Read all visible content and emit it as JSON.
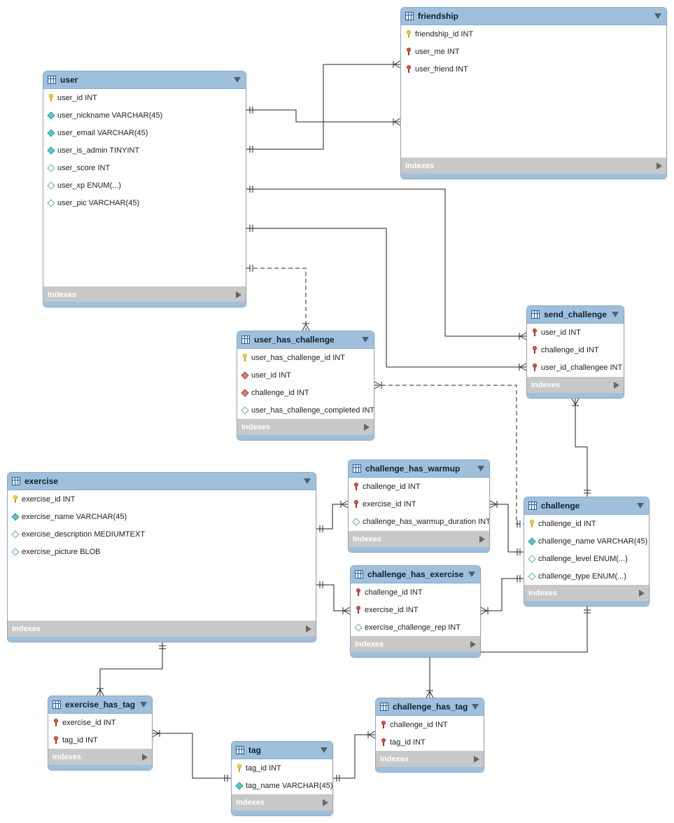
{
  "tables": [
    {
      "key": "user",
      "name": "user",
      "menu": "user-menu",
      "columns": [
        {
          "text": "user_id INT",
          "icon": "pk"
        },
        {
          "text": "user_nickname VARCHAR(45)",
          "icon": "nn"
        },
        {
          "text": "user_email VARCHAR(45)",
          "icon": "nn"
        },
        {
          "text": "user_is_admin TINYINT",
          "icon": "nn"
        },
        {
          "text": "user_score INT",
          "icon": "nul"
        },
        {
          "text": "user_xp ENUM(...)",
          "icon": "nul"
        },
        {
          "text": "user_pic VARCHAR(45)",
          "icon": "nul"
        }
      ],
      "indexes_label": "Indexes"
    },
    {
      "key": "friendship",
      "name": "friendship",
      "columns": [
        {
          "text": "friendship_id INT",
          "icon": "pk"
        },
        {
          "text": "user_me INT",
          "icon": "fk"
        },
        {
          "text": "user_friend INT",
          "icon": "fk"
        }
      ],
      "indexes_label": "Indexes"
    },
    {
      "key": "send_challenge",
      "name": "send_challenge",
      "columns": [
        {
          "text": "user_id INT",
          "icon": "fk"
        },
        {
          "text": "challenge_id INT",
          "icon": "fk"
        },
        {
          "text": "user_id_challengee INT",
          "icon": "fk"
        }
      ],
      "indexes_label": "Indexes"
    },
    {
      "key": "user_has_challenge",
      "name": "user_has_challenge",
      "columns": [
        {
          "text": "user_has_challenge_id INT",
          "icon": "pk"
        },
        {
          "text": "user_id INT",
          "icon": "fkd"
        },
        {
          "text": "challenge_id INT",
          "icon": "fkd"
        },
        {
          "text": "user_has_challenge_completed INT",
          "icon": "nul"
        }
      ],
      "indexes_label": "Indexes"
    },
    {
      "key": "exercise",
      "name": "exercise",
      "columns": [
        {
          "text": "exercise_id INT",
          "icon": "pk"
        },
        {
          "text": "exercise_name VARCHAR(45)",
          "icon": "nn"
        },
        {
          "text": "exercise_description MEDIUMTEXT",
          "icon": "nul"
        },
        {
          "text": "exercise_picture BLOB",
          "icon": "nul"
        }
      ],
      "indexes_label": "Indexes"
    },
    {
      "key": "challenge_has_warmup",
      "name": "challenge_has_warmup",
      "columns": [
        {
          "text": "challenge_id INT",
          "icon": "fk"
        },
        {
          "text": "exercise_id INT",
          "icon": "fk"
        },
        {
          "text": "challenge_has_warmup_duration INT",
          "icon": "nul"
        }
      ],
      "indexes_label": "Indexes"
    },
    {
      "key": "challenge",
      "name": "challenge",
      "columns": [
        {
          "text": "challenge_id INT",
          "icon": "pk"
        },
        {
          "text": "challenge_name VARCHAR(45)",
          "icon": "nn"
        },
        {
          "text": "challenge_level ENUM(...)",
          "icon": "nul"
        },
        {
          "text": "challenge_type ENUM(...)",
          "icon": "nul"
        }
      ],
      "indexes_label": "Indexes"
    },
    {
      "key": "challenge_has_exercise",
      "name": "challenge_has_exercise",
      "columns": [
        {
          "text": "challenge_id INT",
          "icon": "fk"
        },
        {
          "text": "exercise_id INT",
          "icon": "fk"
        },
        {
          "text": "exercise_challenge_rep INT",
          "icon": "nul"
        }
      ],
      "indexes_label": "Indexes"
    },
    {
      "key": "exercise_has_tag",
      "name": "exercise_has_tag",
      "columns": [
        {
          "text": "exercise_id INT",
          "icon": "fk"
        },
        {
          "text": "tag_id INT",
          "icon": "fk"
        }
      ],
      "indexes_label": "Indexes"
    },
    {
      "key": "tag",
      "name": "tag",
      "columns": [
        {
          "text": "tag_id INT",
          "icon": "pk"
        },
        {
          "text": "tag_name VARCHAR(45)",
          "icon": "nn"
        }
      ],
      "indexes_label": "Indexes"
    },
    {
      "key": "challenge_has_tag",
      "name": "challenge_has_tag",
      "columns": [
        {
          "text": "challenge_id INT",
          "icon": "fk"
        },
        {
          "text": "tag_id INT",
          "icon": "fk"
        }
      ],
      "indexes_label": "Indexes"
    }
  ],
  "relationships": [
    {
      "from": "user",
      "to": "friendship",
      "via": "user_me",
      "identifying": true
    },
    {
      "from": "user",
      "to": "friendship",
      "via": "user_friend",
      "identifying": true
    },
    {
      "from": "user",
      "to": "send_challenge",
      "via": "user_id",
      "identifying": true
    },
    {
      "from": "user",
      "to": "send_challenge",
      "via": "user_id_challengee",
      "identifying": true
    },
    {
      "from": "user",
      "to": "user_has_challenge",
      "via": "user_id",
      "identifying": false
    },
    {
      "from": "challenge",
      "to": "user_has_challenge",
      "via": "challenge_id",
      "identifying": false
    },
    {
      "from": "challenge",
      "to": "send_challenge",
      "via": "challenge_id",
      "identifying": true
    },
    {
      "from": "challenge",
      "to": "challenge_has_warmup",
      "via": "challenge_id",
      "identifying": true
    },
    {
      "from": "exercise",
      "to": "challenge_has_warmup",
      "via": "exercise_id",
      "identifying": true
    },
    {
      "from": "challenge",
      "to": "challenge_has_exercise",
      "via": "challenge_id",
      "identifying": true
    },
    {
      "from": "exercise",
      "to": "challenge_has_exercise",
      "via": "exercise_id",
      "identifying": true
    },
    {
      "from": "exercise",
      "to": "exercise_has_tag",
      "via": "exercise_id",
      "identifying": true
    },
    {
      "from": "tag",
      "to": "exercise_has_tag",
      "via": "tag_id",
      "identifying": true
    },
    {
      "from": "tag",
      "to": "challenge_has_tag",
      "via": "tag_id",
      "identifying": true
    },
    {
      "from": "challenge",
      "to": "challenge_has_tag",
      "via": "challenge_id",
      "identifying": true
    }
  ]
}
